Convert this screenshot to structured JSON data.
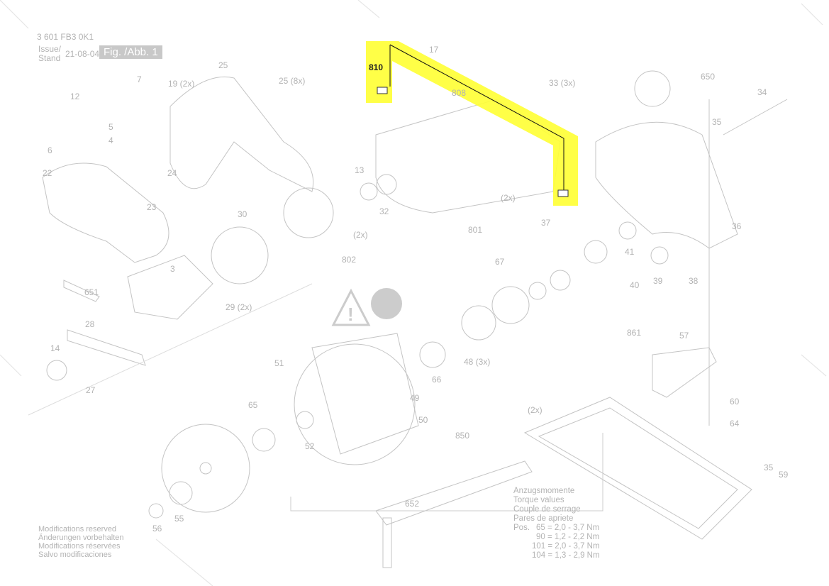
{
  "header": {
    "part_number": "3 601 FB3 0K1",
    "issue_label": "Issue/",
    "stand_label": "Stand",
    "date": "21-08-04",
    "figure": "Fig. /Abb. 1"
  },
  "highlight": {
    "label": "810",
    "color": "#ffff33"
  },
  "labels": [
    "7",
    "19 (2x)",
    "25",
    "25 (8x)",
    "12",
    "5",
    "4",
    "6",
    "22",
    "24",
    "23",
    "30",
    "3",
    "651",
    "29 (2x)",
    "28",
    "14",
    "27",
    "17",
    "808",
    "33 (3x)",
    "650",
    "34",
    "35",
    "13",
    "32",
    "(2x)",
    "801",
    "(2x)",
    "802",
    "37",
    "36",
    "41",
    "39",
    "38",
    "40",
    "67",
    "861",
    "57",
    "51",
    "65",
    "48 (3x)",
    "66",
    "49",
    "50",
    "52",
    "850",
    "(2x)",
    "60",
    "64",
    "35",
    "59",
    "652",
    "56",
    "55"
  ],
  "modifications": [
    "Modifications reserved",
    "Änderungen vorbehalten",
    "Modifications réservées",
    "Salvo modificaciones"
  ],
  "torque": {
    "titles": [
      "Anzugsmomente",
      "Torque values",
      "Couple de serrage",
      "Pares de apriete"
    ],
    "pos_label": "Pos.",
    "rows": [
      "65 =  2,0 - 3,7 Nm",
      "90 =  1,2 - 2,2 Nm",
      "101 =  2,0 - 3,7 Nm",
      "104 =  1,3 - 2,9 Nm"
    ]
  }
}
